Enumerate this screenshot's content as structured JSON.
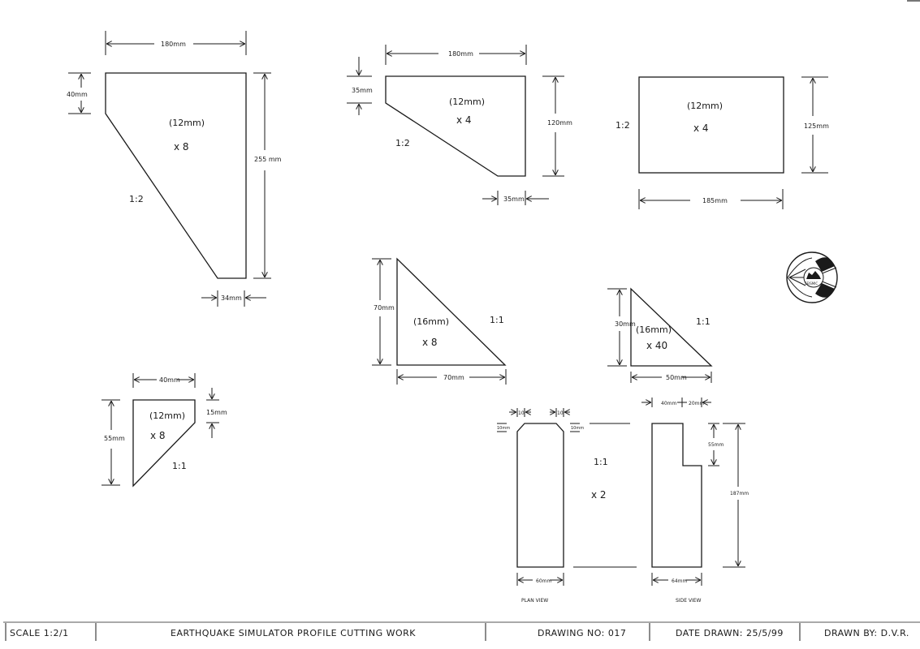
{
  "sheet": {
    "title_block": {
      "scale": "SCALE 1:2/1",
      "title": "EARTHQUAKE SIMULATOR  PROFILE CUTTING WORK",
      "drawing_no": "DRAWING NO: 017",
      "date_drawn": "DATE DRAWN: 25/5/99",
      "drawn_by": "DRAWN BY: D.V.R."
    },
    "logo": {
      "icon": "earthquake-seismic-logo-icon",
      "label": "SEISMIC"
    }
  },
  "parts": [
    {
      "id": "part-a",
      "shape": "chamfered-trapezoid",
      "dims": {
        "top": "180mm",
        "left": "40mm",
        "right": "255 mm",
        "bottom": "34mm"
      },
      "thickness": "(12mm)",
      "qty": "x 8",
      "scale": "1:2"
    },
    {
      "id": "part-b",
      "shape": "chamfered-trapezoid",
      "dims": {
        "top": "180mm",
        "left": "35mm",
        "right": "120mm",
        "bottom": "35mm"
      },
      "thickness": "(12mm)",
      "qty": "x 4",
      "scale": "1:2"
    },
    {
      "id": "part-c",
      "shape": "rectangle",
      "dims": {
        "bottom": "185mm",
        "right": "125mm"
      },
      "thickness": "(12mm)",
      "qty": "x 4",
      "scale": "1:2"
    },
    {
      "id": "part-d",
      "shape": "right-triangle",
      "dims": {
        "left": "70mm",
        "bottom": "70mm"
      },
      "thickness": "(16mm)",
      "qty": "x 8",
      "scale": "1:1"
    },
    {
      "id": "part-e",
      "shape": "right-triangle",
      "dims": {
        "left": "30mm",
        "bottom": "50mm"
      },
      "thickness": "(16mm)",
      "qty": "x 40",
      "scale": "1:1"
    },
    {
      "id": "part-f",
      "shape": "chamfered-quad",
      "dims": {
        "top": "40mm",
        "left": "55mm",
        "right": "15mm"
      },
      "thickness": "(12mm)",
      "qty": "x 8",
      "scale": "1:1"
    },
    {
      "id": "part-g",
      "shape": "column",
      "plan_view": {
        "label": "PLAN VIEW",
        "dims": {
          "chamfer_left": "10",
          "chamfer_right": "10",
          "chamfer_left_h": "10mm",
          "chamfer_right_h": "10mm",
          "bottom": "60mm"
        }
      },
      "side_view": {
        "label": "SIDE VIEW",
        "dims": {
          "top_left": "40mm",
          "top_right": "20mm",
          "notch": "55mm",
          "height": "187mm",
          "bottom": "64mm"
        }
      },
      "qty": "x 2",
      "scale": "1:1"
    }
  ]
}
